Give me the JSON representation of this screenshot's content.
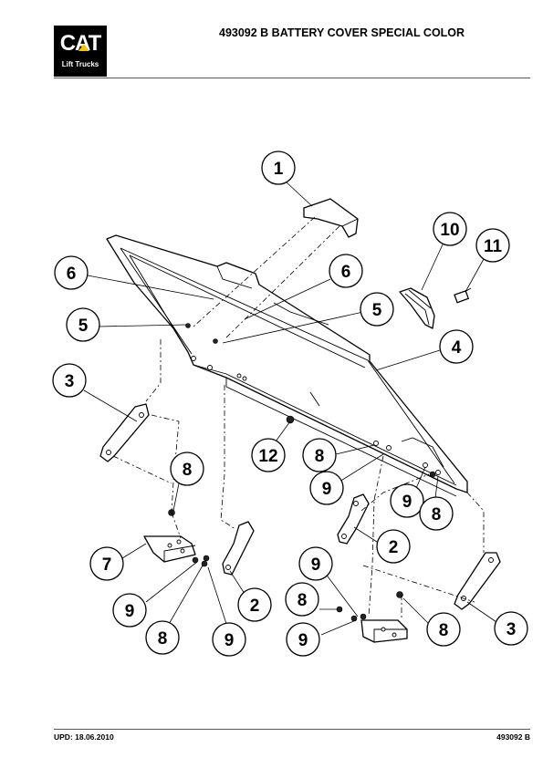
{
  "header": {
    "logo_text": "CAT",
    "logo_subtext": "Lift Trucks",
    "title": "493092 B  BATTERY COVER SPECIAL COLOR",
    "colors": {
      "logo_background": "#000000",
      "logo_accent": "#f7c400"
    }
  },
  "callouts": [
    {
      "label": "1"
    },
    {
      "label": "10"
    },
    {
      "label": "11"
    },
    {
      "label": "6"
    },
    {
      "label": "6"
    },
    {
      "label": "5"
    },
    {
      "label": "5"
    },
    {
      "label": "4"
    },
    {
      "label": "3"
    },
    {
      "label": "12"
    },
    {
      "label": "8"
    },
    {
      "label": "8"
    },
    {
      "label": "9"
    },
    {
      "label": "9"
    },
    {
      "label": "8"
    },
    {
      "label": "2"
    },
    {
      "label": "7"
    },
    {
      "label": "9"
    },
    {
      "label": "2"
    },
    {
      "label": "9"
    },
    {
      "label": "8"
    },
    {
      "label": "8"
    },
    {
      "label": "9"
    },
    {
      "label": "8"
    },
    {
      "label": "9"
    },
    {
      "label": "3"
    }
  ],
  "footer": {
    "update_text": "UPD: 18.06.2010",
    "doc_number": "493092 B"
  }
}
